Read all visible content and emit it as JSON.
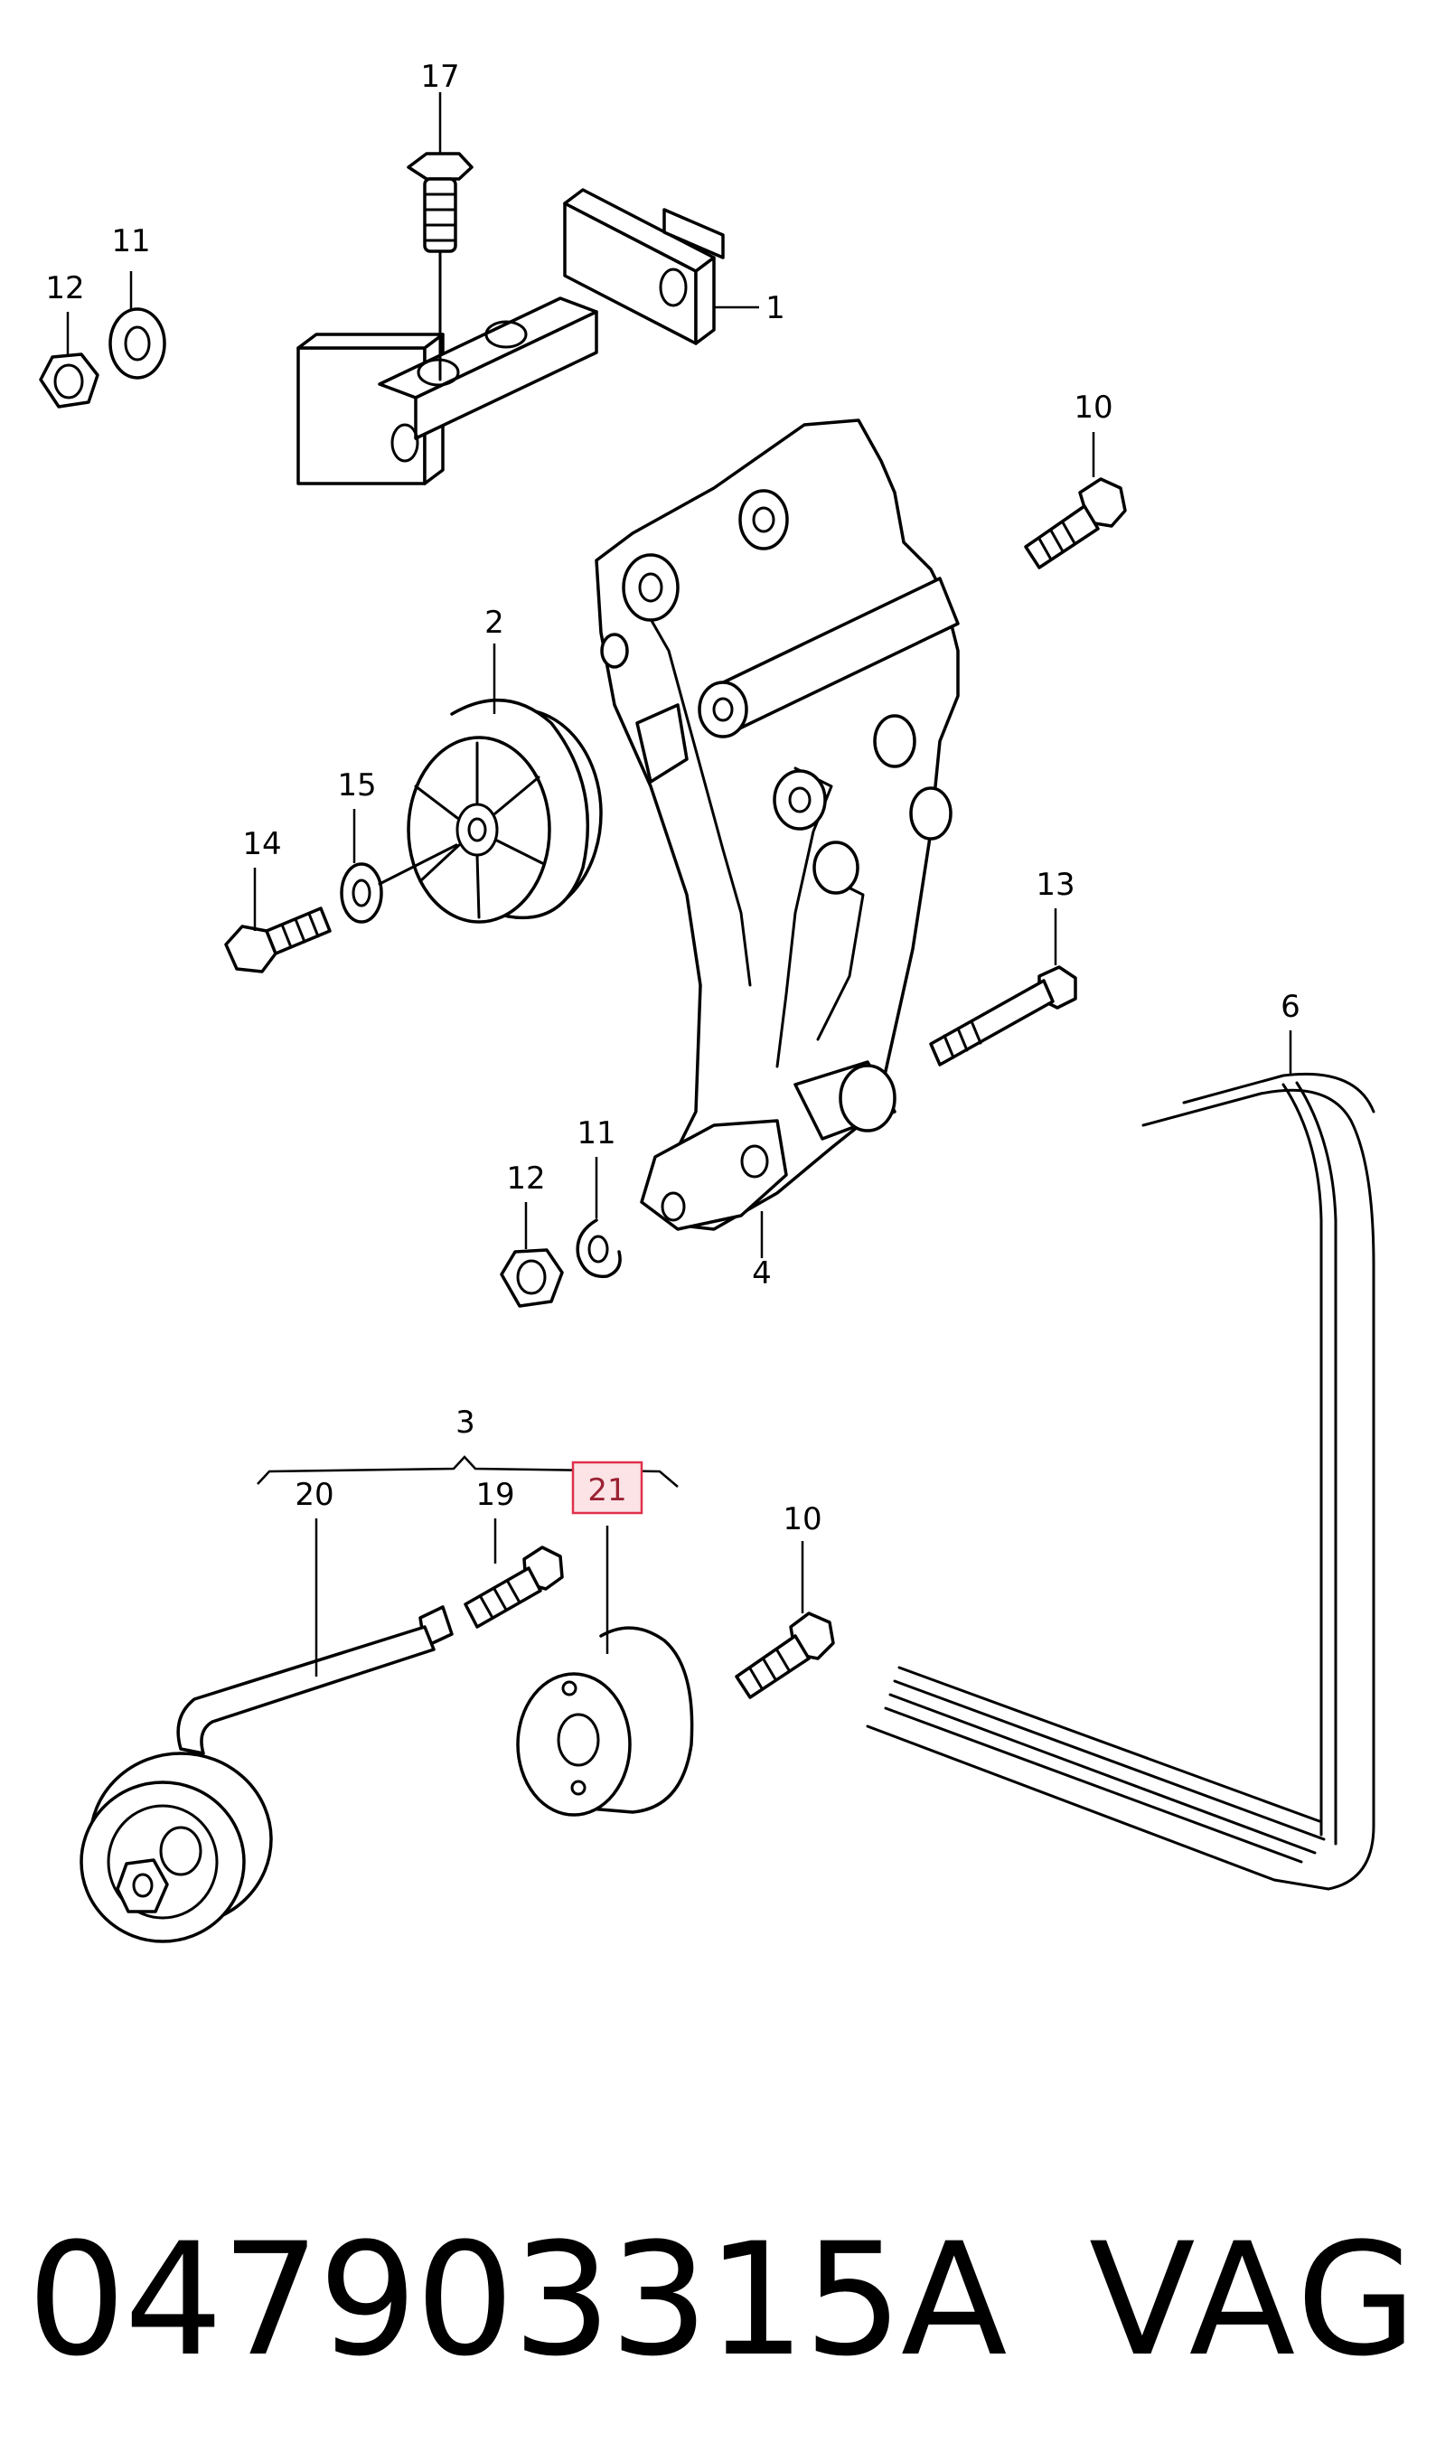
{
  "callouts": {
    "c1": "1",
    "c2": "2",
    "c3": "3",
    "c4": "4",
    "c6": "6",
    "c10a": "10",
    "c10b": "10",
    "c11a": "11",
    "c11b": "11",
    "c12a": "12",
    "c12b": "12",
    "c13": "13",
    "c14": "14",
    "c15": "15",
    "c17": "17",
    "c19": "19",
    "c20": "20",
    "c21": "21"
  },
  "highlighted_callout": "21",
  "highlight_color": "#e0304a",
  "footer": {
    "part_number": "047903315A",
    "brand": "VAG"
  }
}
